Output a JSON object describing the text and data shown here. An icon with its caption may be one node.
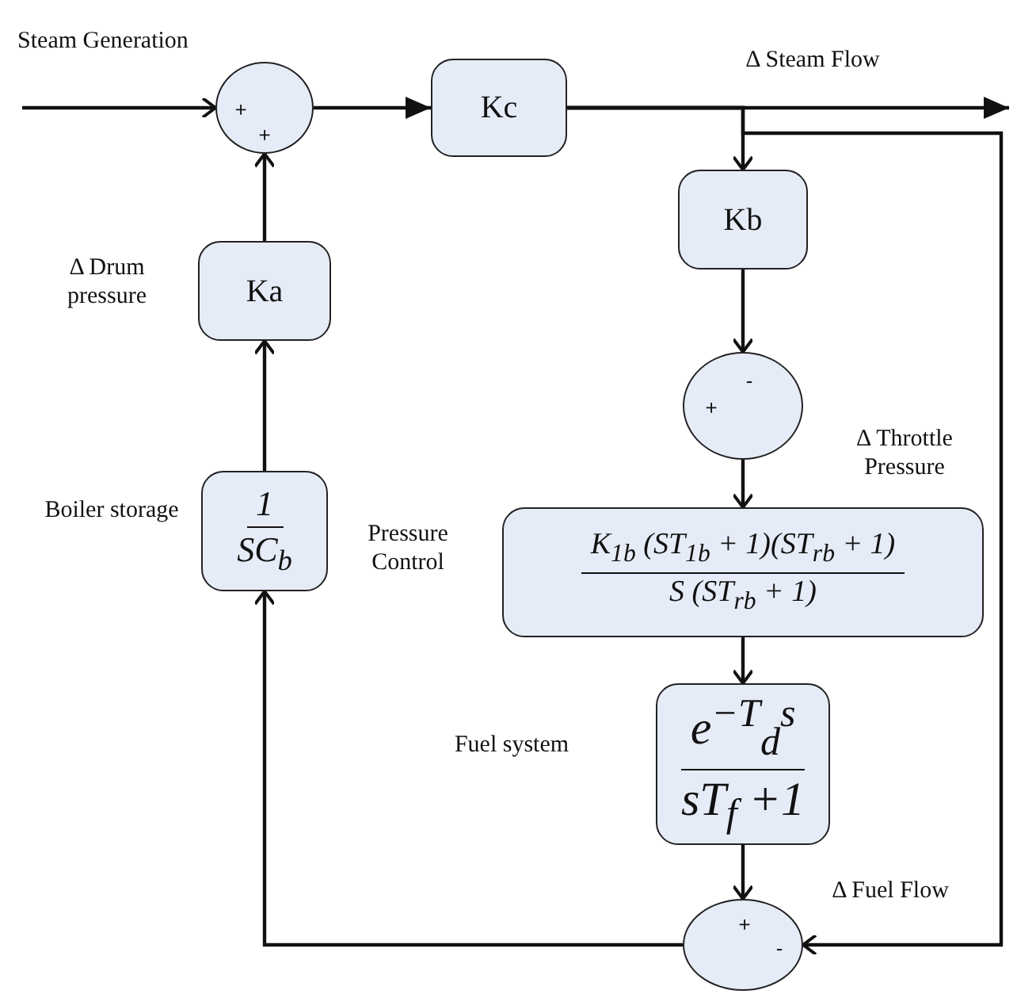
{
  "diagram": {
    "nodes": [
      {
        "text": [
          "+",
          "+"
        ]
      },
      {
        "text": [
          "Kc"
        ]
      },
      {
        "text": [
          "Kb"
        ]
      },
      {
        "text": [
          "Ka"
        ],
        "beside": [
          "Δ Drum pressure"
        ]
      },
      {
        "text": [
          "-",
          "+"
        ]
      },
      {
        "text": [
          "1",
          "SC$_{b}$"
        ],
        "beside": [
          "Boiler storage"
        ]
      },
      {
        "text": [
          "K$_{1b}$ (ST$_{1b}$ + 1)(ST$_{rb}$ + 1)",
          "S (ST$_{rb}$ + 1)"
        ]
      },
      {
        "text": [
          "e$^{−T}$$_{d}$$^{s}$",
          "sT$_{f}$ +1"
        ],
        "beside": [
          "Fuel system"
        ]
      },
      {
        "text": [
          "+",
          "-"
        ]
      }
    ],
    "edges": [
      {
        "from": null,
        "to": 0,
        "arrow": "to",
        "label": "Steam Generation"
      },
      {
        "from": 0,
        "to": 1,
        "arrow": "to"
      },
      {
        "from": 1,
        "to": null,
        "arrow": "to",
        "label": "Δ Steam Flow"
      },
      {
        "from": 1,
        "to": 2,
        "arrow": "to"
      },
      {
        "from": 1,
        "to": 8,
        "arrow": "to"
      },
      {
        "from": 2,
        "to": 4,
        "arrow": "to"
      },
      {
        "from": 4,
        "to": 6,
        "arrow": "to",
        "label": "Δ Throttle Pressure"
      },
      {
        "from": 6,
        "to": 7,
        "arrow": "to"
      },
      {
        "from": 7,
        "to": 8,
        "arrow": "to",
        "label": "Δ Fuel Flow"
      },
      {
        "from": 8,
        "to": 5,
        "arrow": "to"
      },
      {
        "from": 5,
        "to": 3,
        "arrow": "to"
      },
      {
        "from": 3,
        "to": 0,
        "arrow": "to"
      }
    ],
    "labels": [
      "Pressure Control"
    ]
  }
}
